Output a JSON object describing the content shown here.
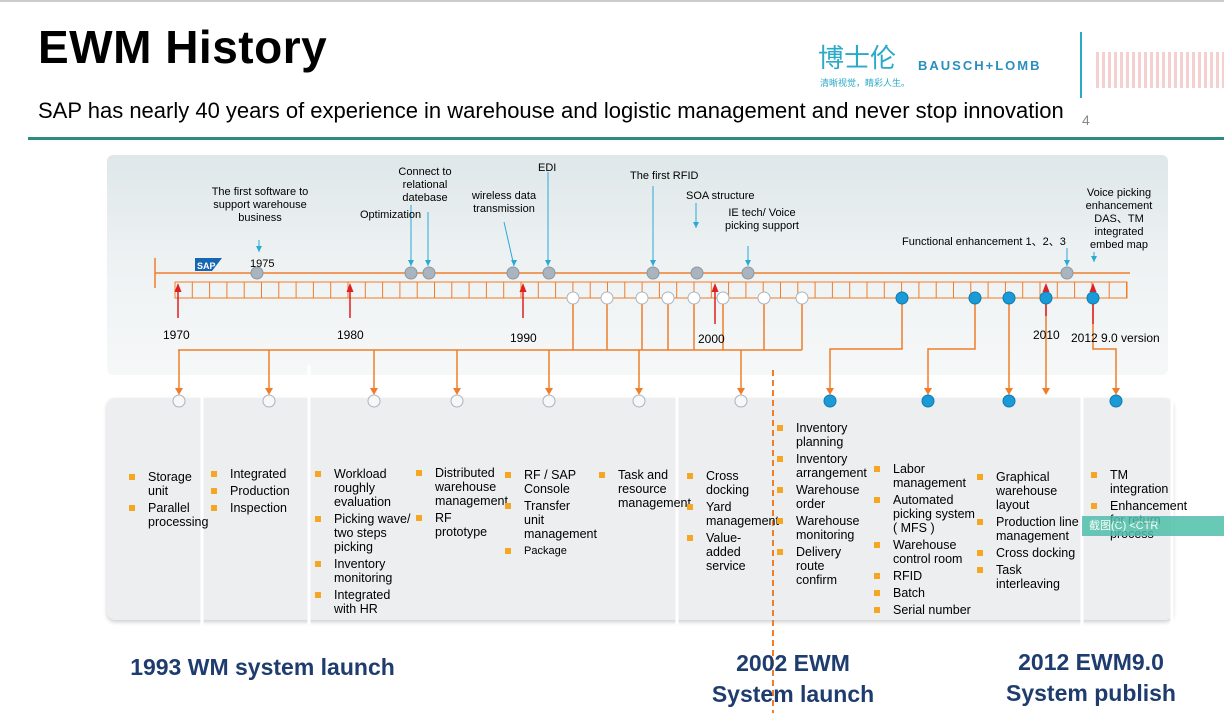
{
  "title": "EWM History",
  "subtitle": "SAP has nearly 40 years of experience in warehouse and logistic management and never stop innovation",
  "page_number": "4",
  "logo": {
    "cn": "博士伦",
    "brand": "BAUSCH+LOMB",
    "tagline": "清晰视觉，睛彩人生。"
  },
  "sap_logo": "SAP",
  "colors": {
    "accent": "#2e8b7f",
    "orange": "#f07d2a",
    "blue_dot": "#1a9ad6",
    "grey_dot": "#a9b4bf",
    "heading": "#1f3c6e"
  },
  "timeline": {
    "years": [
      "1970",
      "1980",
      "1990",
      "2000",
      "2010"
    ],
    "version": "2012 9.0 version",
    "year1975": "1975",
    "events": {
      "first_software": "The first software to support warehouse business",
      "optimization": "Optimization",
      "connect_db": "Connect to relational datebase",
      "wireless": "wireless data transmission",
      "edi": "EDI",
      "first_rfid": "The first RFID",
      "soa": "SOA structure",
      "ie_tech": "IE tech/ Voice picking support",
      "functional": "Functional enhancement 1、2、3",
      "voice": "Voice picking enhancement DAS、TM integrated embed map"
    }
  },
  "columns": [
    {
      "items": [
        "Storage unit",
        "Parallel processing"
      ]
    },
    {
      "items": [
        "Integrated",
        "Production",
        "Inspection"
      ]
    },
    {
      "items": [
        "Workload roughly evaluation",
        "Picking wave/ two steps picking",
        "Inventory monitoring",
        "Integrated with HR"
      ]
    },
    {
      "items": [
        "Distributed warehouse management",
        "RF prototype"
      ]
    },
    {
      "items": [
        "RF / SAP Console",
        "Transfer unit management",
        "Package"
      ]
    },
    {
      "items": [
        "Task and resource management"
      ]
    },
    {
      "items": [
        "Cross docking",
        "Yard management",
        "Value-added service"
      ]
    },
    {
      "items": [
        "Inventory planning",
        "Inventory arrangement",
        "Warehouse order",
        "Warehouse monitoring",
        "Delivery route confirm"
      ]
    },
    {
      "items": [
        "Labor management",
        "Automated picking system ( MFS )",
        "Warehouse control room",
        "RFID",
        "Batch",
        "Serial number"
      ]
    },
    {
      "items": [
        "Graphical warehouse layout",
        "Production line management",
        "Cross docking",
        "Task interleaving"
      ]
    },
    {
      "items": [
        "TM integration",
        "Enhancement for return process"
      ]
    }
  ],
  "milestones": {
    "m1993": "1993 WM system launch",
    "m2002a": "2002 EWM",
    "m2002b": "System launch",
    "m2012a": "2012 EWM9.0",
    "m2012b": "System publish"
  },
  "tooltip": "截图(C) <CTR"
}
